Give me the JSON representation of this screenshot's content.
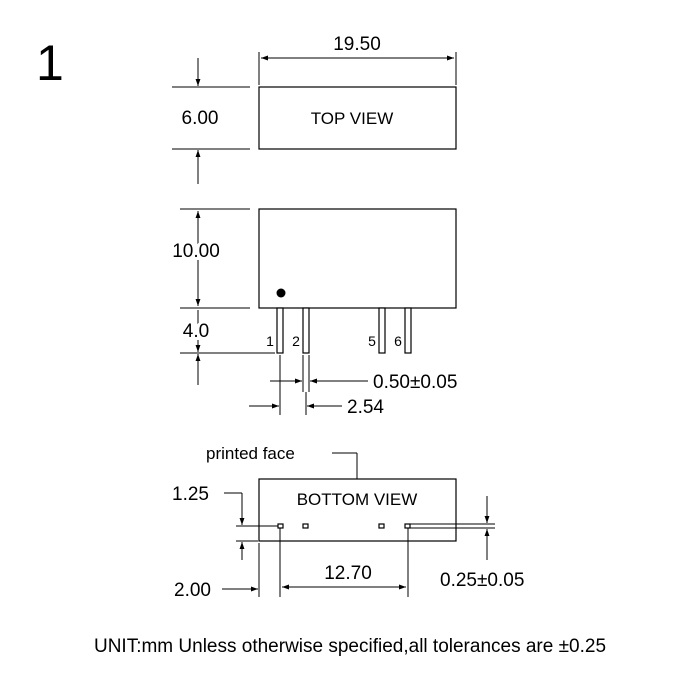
{
  "figure_number": "1",
  "top_view": {
    "label": "TOP VIEW",
    "width_dim": "19.50",
    "height_dim": "6.00"
  },
  "side_view": {
    "height_dim": "10.00",
    "pin_length_dim": "4.0",
    "pin_numbers": [
      "1",
      "2",
      "5",
      "6"
    ],
    "pin_width_dim": "0.50±0.05",
    "pin_pitch_dim": "2.54"
  },
  "bottom_view": {
    "label": "BOTTOM VIEW",
    "printed_face_label": "printed face",
    "pin_offset_y_dim": "1.25",
    "pin_offset_x_dim": "2.00",
    "pin_span_dim": "12.70",
    "pad_dim": "0.25±0.05"
  },
  "footer_note": "UNIT:mm Unless otherwise specified,all tolerances are ±0.25"
}
